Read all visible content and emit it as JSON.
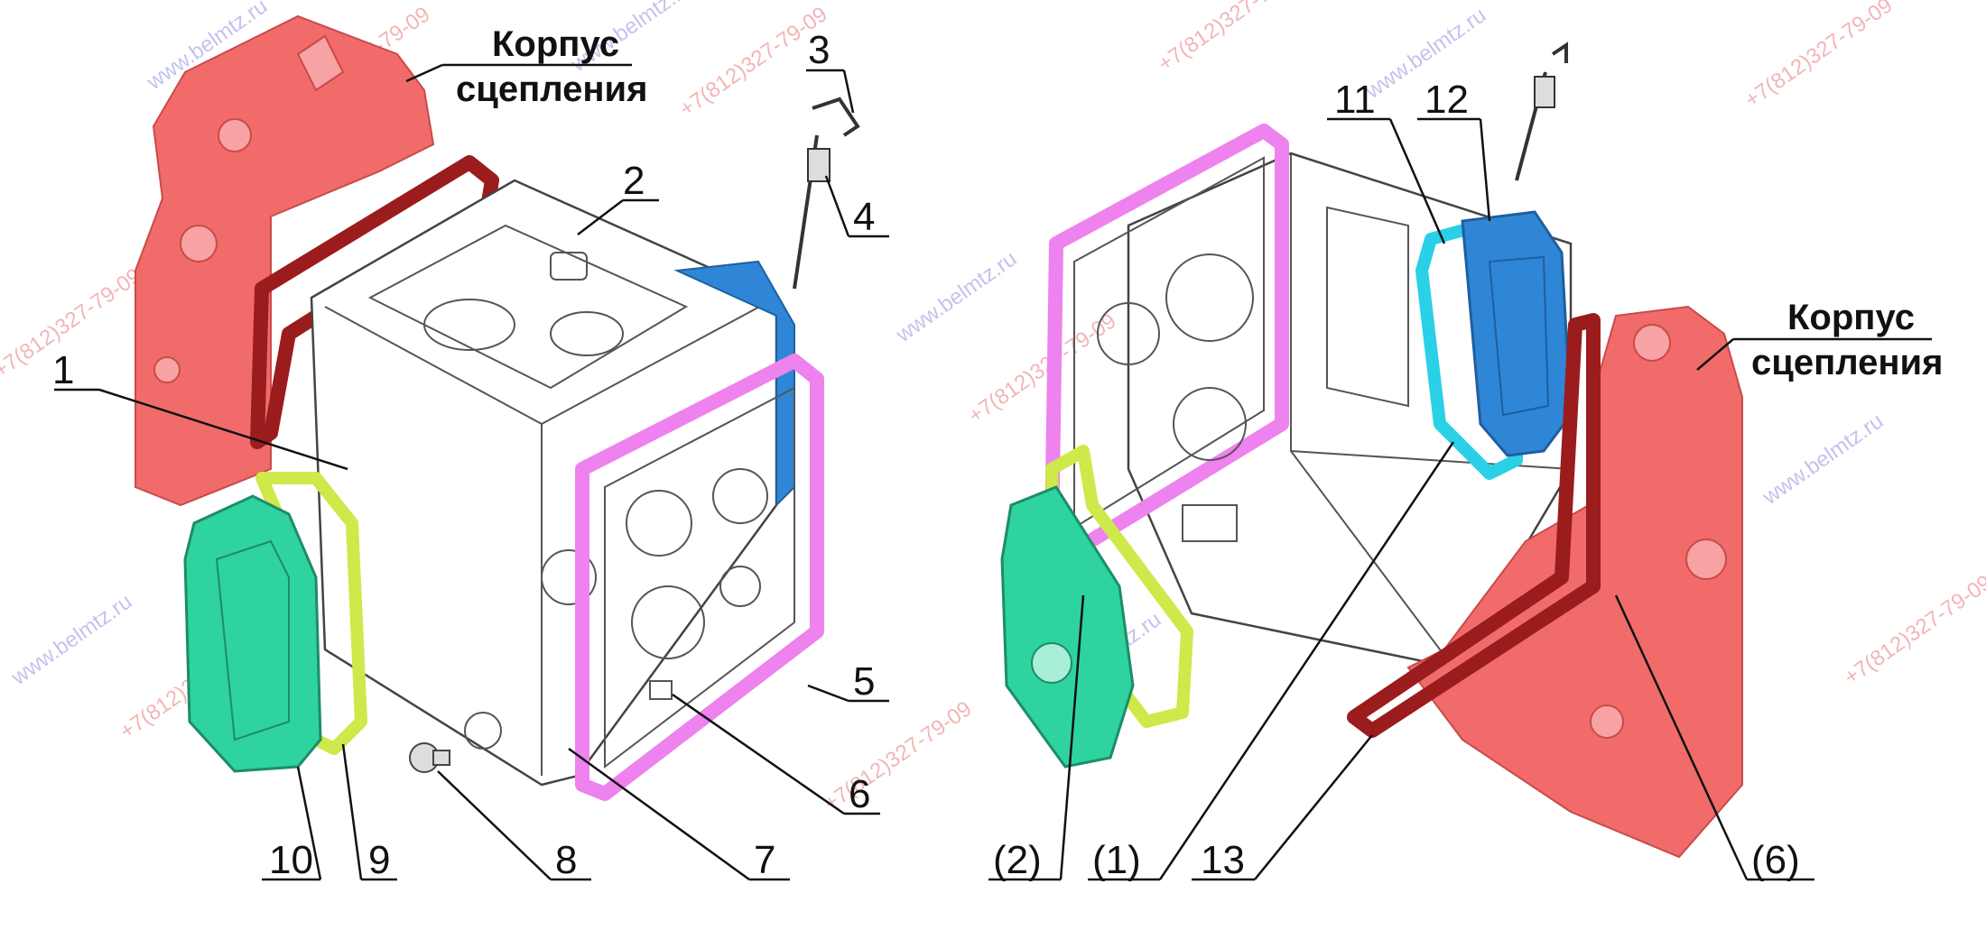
{
  "captions": {
    "left_housing": [
      "Корпус",
      "сцепления"
    ],
    "right_housing": [
      "Корпус",
      "сцепления"
    ]
  },
  "labels": {
    "n1": "1",
    "n2": "2",
    "n3": "3",
    "n4": "4",
    "n5": "5",
    "n6": "6",
    "n7": "7",
    "n8": "8",
    "n9": "9",
    "n10": "10",
    "n11": "11",
    "n12": "12",
    "n13": "13",
    "r2": "(2)",
    "r1": "(1)",
    "r6": "(6)"
  },
  "watermarks": {
    "site": "www.belmtz.ru",
    "phone": "+7(812)327-79-09"
  },
  "colors": {
    "housing_red": "#f26b6b",
    "gasket_dark_red": "#9b1c1c",
    "gasket_pink": "#ee82ee",
    "cover_blue": "#2f86d6",
    "gasket_cyan": "#29d0e6",
    "cover_green": "#2ed3a0",
    "gasket_yellow": "#cfe84a"
  }
}
